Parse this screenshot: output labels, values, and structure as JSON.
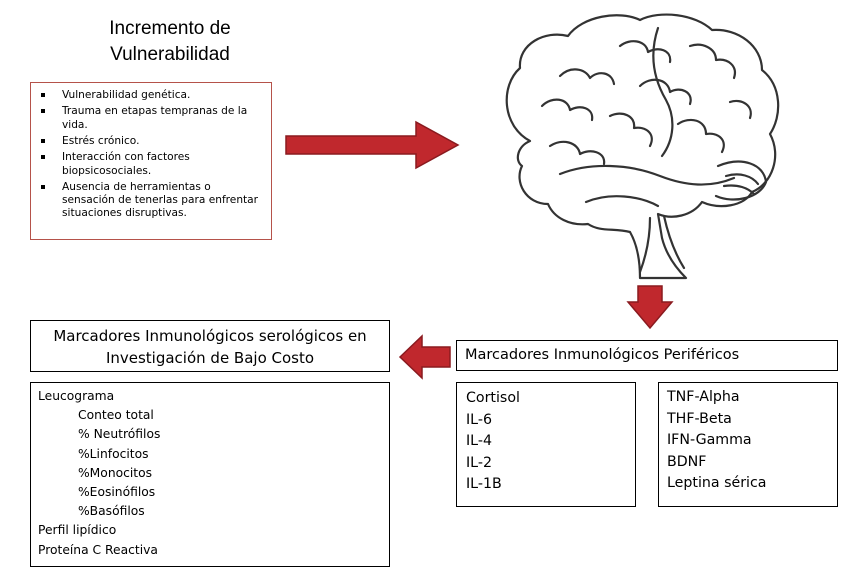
{
  "header": {
    "title_lines": [
      "Incremento de",
      "Vulnerabilidad"
    ]
  },
  "vulnerability_factors": [
    "Vulnerabilidad genética.",
    "Trauma en etapas tempranas de la vida.",
    "Estrés crónico.",
    "Interacción con factores biopsicosociales.",
    "Ausencia de herramientas o sensación de tenerlas para enfrentar situaciones disruptivas."
  ],
  "low_cost_markers": {
    "title_lines": [
      "Marcadores Inmunológicos serológicos en",
      "Investigación de Bajo Costo"
    ],
    "items": [
      {
        "text": "Leucograma",
        "level": 0
      },
      {
        "text": "Conteo total",
        "level": 1
      },
      {
        "text": "% Neutrófilos",
        "level": 1
      },
      {
        "text": "%Linfocitos",
        "level": 1
      },
      {
        "text": "%Monocitos",
        "level": 1
      },
      {
        "text": "%Eosinófilos",
        "level": 1
      },
      {
        "text": "%Basófilos",
        "level": 1
      },
      {
        "text": "Perfil lipídico",
        "level": 0
      },
      {
        "text": "Proteína C Reactiva",
        "level": 0
      }
    ]
  },
  "peripheral_markers": {
    "title": "Marcadores Inmunológicos Periféricos",
    "left_list": [
      "Cortisol",
      "IL-6",
      "IL-4",
      "IL-2",
      "IL-1B"
    ],
    "right_list": [
      "TNF-Alpha",
      "THF-Beta",
      "IFN-Gamma",
      "BDNF",
      "Leptina sérica"
    ]
  },
  "colors": {
    "arrow_fill": "#c0282d",
    "arrow_stroke": "#8a1a1f",
    "vuln_border": "#b5524a"
  }
}
